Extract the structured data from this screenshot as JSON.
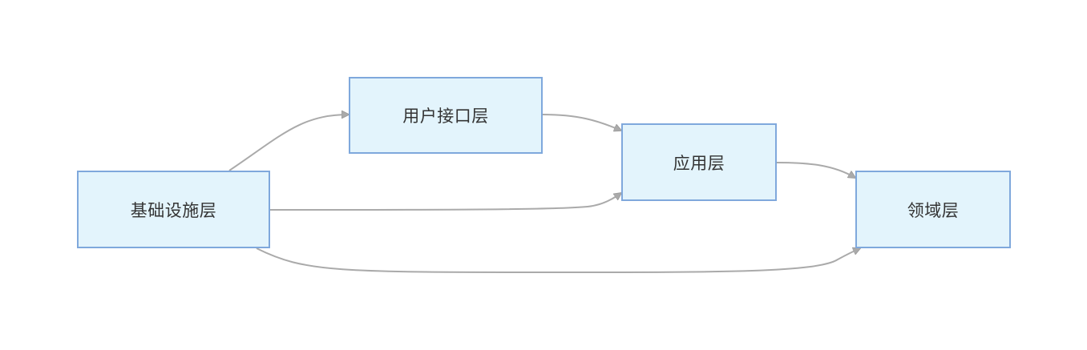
{
  "diagram": {
    "nodes": [
      {
        "id": "infra",
        "label": "基础设施层"
      },
      {
        "id": "ui",
        "label": "用户接口层"
      },
      {
        "id": "app",
        "label": "应用层"
      },
      {
        "id": "domain",
        "label": "领域层"
      }
    ],
    "edges": [
      {
        "from": "infra",
        "to": "ui"
      },
      {
        "from": "infra",
        "to": "app"
      },
      {
        "from": "infra",
        "to": "domain"
      },
      {
        "from": "ui",
        "to": "app"
      },
      {
        "from": "app",
        "to": "domain"
      }
    ],
    "colors": {
      "node_fill": "#e3f4fc",
      "node_border": "#7fa8dc",
      "edge": "#aaaaaa",
      "text": "#333333"
    }
  }
}
